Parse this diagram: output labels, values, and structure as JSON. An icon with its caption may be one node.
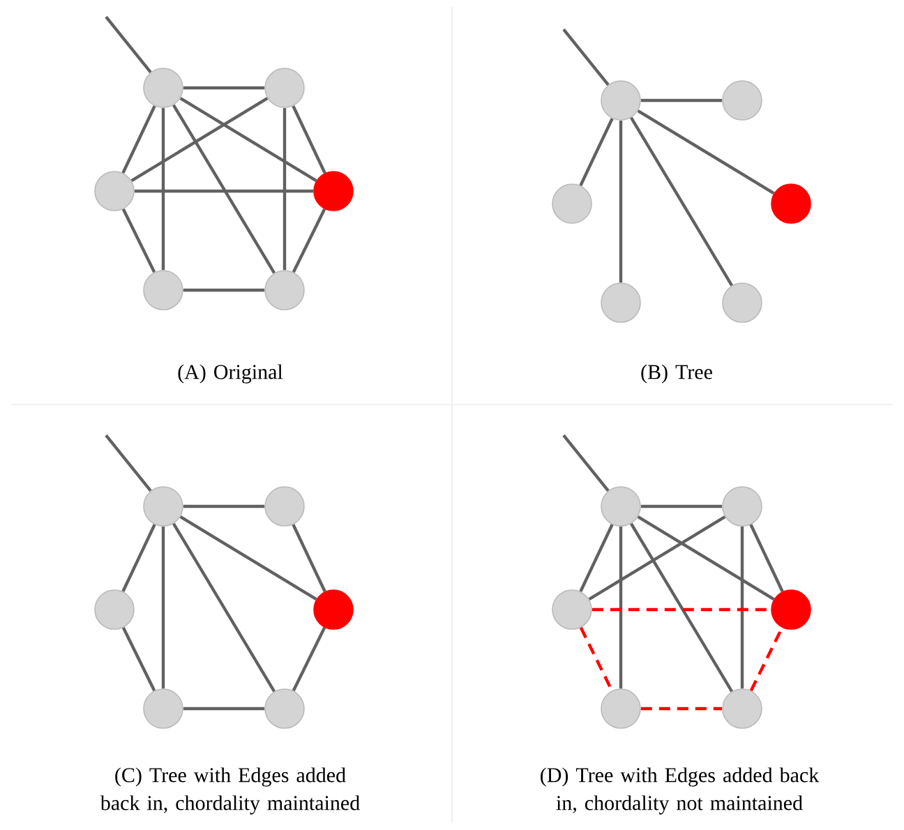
{
  "diagram": {
    "nodes": [
      {
        "text": [],
        "shape": "circle"
      },
      {
        "text": [],
        "shape": "circle"
      },
      {
        "text": [],
        "shape": "circle"
      },
      {
        "text": [],
        "shape": "circle"
      },
      {
        "text": [],
        "shape": "circle"
      },
      {
        "text": [],
        "shape": "circle"
      },
      {
        "text": [],
        "shape": "circle"
      },
      {
        "text": [],
        "shape": "circle"
      },
      {
        "text": [],
        "shape": "circle"
      },
      {
        "text": [],
        "shape": "circle"
      },
      {
        "text": [],
        "shape": "circle"
      },
      {
        "text": [],
        "shape": "circle"
      },
      {
        "text": [],
        "shape": "circle"
      },
      {
        "text": [],
        "shape": "circle"
      },
      {
        "text": [],
        "shape": "circle"
      },
      {
        "text": [],
        "shape": "circle"
      },
      {
        "text": [],
        "shape": "circle"
      },
      {
        "text": [],
        "shape": "circle"
      },
      {
        "text": [],
        "shape": "circle"
      },
      {
        "text": [],
        "shape": "circle"
      },
      {
        "text": [],
        "shape": "circle"
      },
      {
        "text": [],
        "shape": "circle"
      },
      {
        "text": [],
        "shape": "circle"
      },
      {
        "text": [],
        "shape": "circle"
      }
    ],
    "edges": [
      {
        "from": null,
        "to": 0,
        "arrow": "none"
      },
      {
        "from": 0,
        "to": 1,
        "arrow": "none"
      },
      {
        "from": 0,
        "to": 2,
        "arrow": "none"
      },
      {
        "from": 0,
        "to": 4,
        "arrow": "none"
      },
      {
        "from": 0,
        "to": 3,
        "arrow": "none"
      },
      {
        "from": 0,
        "to": 5,
        "arrow": "none"
      },
      {
        "from": 1,
        "to": 2,
        "arrow": "none"
      },
      {
        "from": 1,
        "to": 5,
        "arrow": "none"
      },
      {
        "from": 1,
        "to": 3,
        "arrow": "none"
      },
      {
        "from": 2,
        "to": 3,
        "arrow": "none"
      },
      {
        "from": 2,
        "to": 4,
        "arrow": "none"
      },
      {
        "from": 4,
        "to": 5,
        "arrow": "none"
      },
      {
        "from": 5,
        "to": 3,
        "arrow": "none"
      },
      {
        "from": null,
        "to": 6,
        "arrow": "none"
      },
      {
        "from": 6,
        "to": 7,
        "arrow": "none"
      },
      {
        "from": 6,
        "to": 8,
        "arrow": "none"
      },
      {
        "from": 6,
        "to": 10,
        "arrow": "none"
      },
      {
        "from": 6,
        "to": 9,
        "arrow": "none"
      },
      {
        "from": 6,
        "to": 11,
        "arrow": "none"
      },
      {
        "from": null,
        "to": 12,
        "arrow": "none"
      },
      {
        "from": 12,
        "to": 13,
        "arrow": "none"
      },
      {
        "from": 12,
        "to": 14,
        "arrow": "none"
      },
      {
        "from": 12,
        "to": 16,
        "arrow": "none"
      },
      {
        "from": 12,
        "to": 15,
        "arrow": "none"
      },
      {
        "from": 12,
        "to": 17,
        "arrow": "none"
      },
      {
        "from": 13,
        "to": 15,
        "arrow": "none"
      },
      {
        "from": 14,
        "to": 16,
        "arrow": "none"
      },
      {
        "from": 16,
        "to": 17,
        "arrow": "none"
      },
      {
        "from": 17,
        "to": 15,
        "arrow": "none"
      },
      {
        "from": null,
        "to": 18,
        "arrow": "none"
      },
      {
        "from": 18,
        "to": 19,
        "arrow": "none"
      },
      {
        "from": 18,
        "to": 20,
        "arrow": "none"
      },
      {
        "from": 18,
        "to": 22,
        "arrow": "none"
      },
      {
        "from": 18,
        "to": 21,
        "arrow": "none"
      },
      {
        "from": 18,
        "to": 23,
        "arrow": "none"
      },
      {
        "from": 19,
        "to": 20,
        "arrow": "none"
      },
      {
        "from": 19,
        "to": 23,
        "arrow": "none"
      },
      {
        "from": 19,
        "to": 21,
        "arrow": "none"
      },
      {
        "from": 20,
        "to": 21,
        "arrow": "none",
        "style": "dashed",
        "color": "#ff0000"
      },
      {
        "from": 20,
        "to": 22,
        "arrow": "none",
        "style": "dashed",
        "color": "#ff0000"
      },
      {
        "from": 22,
        "to": 23,
        "arrow": "none",
        "style": "dashed",
        "color": "#ff0000"
      },
      {
        "from": 23,
        "to": 21,
        "arrow": "none",
        "style": "dashed",
        "color": "#ff0000"
      }
    ],
    "labels": [
      "(A) Original",
      "(B) Tree",
      "(C) Tree with Edges added back in, chordality maintained",
      "(D) Tree with Edges added back in, chordality not maintained"
    ]
  }
}
